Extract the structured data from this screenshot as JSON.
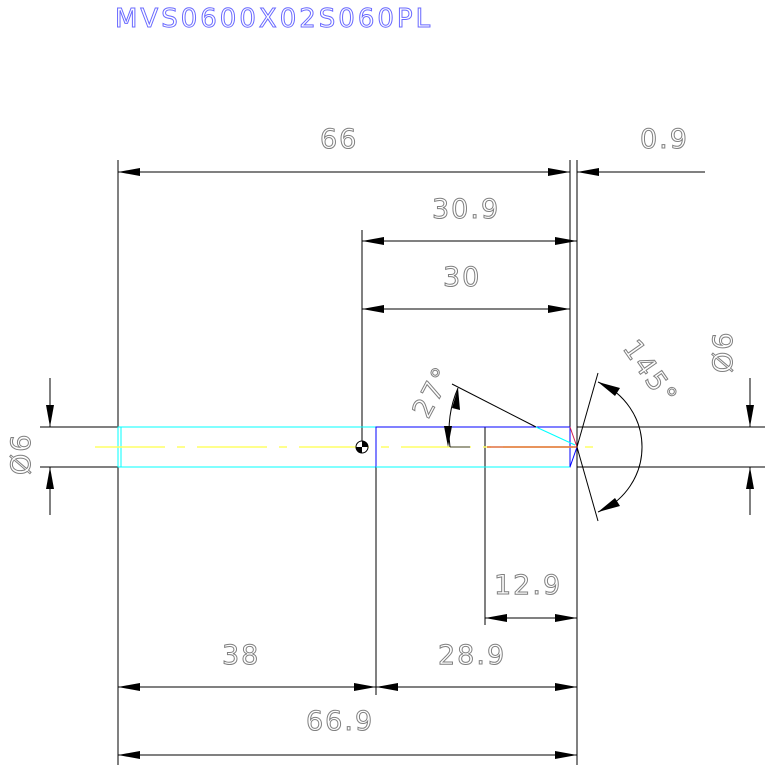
{
  "title": "MVS0600X02S060PL",
  "dimensions": {
    "overall_length_to_flute": "66",
    "offset": "0.9",
    "flute_length_total": "30.9",
    "flute_length": "30",
    "shank_diameter_left": "Ø6",
    "shank_diameter_right": "Ø6",
    "point_angle": "145°",
    "helix_angle": "27°",
    "cutting_length": "12.9",
    "shank_length": "38",
    "body_length": "28.9",
    "overall_length": "66.9"
  },
  "colors": {
    "outline": "#000000",
    "shank": "#00ffff",
    "flute": "#0000ff",
    "centerline": "#ffff66",
    "cutting_edge": "#ff4040",
    "title": "#6a6aff"
  }
}
